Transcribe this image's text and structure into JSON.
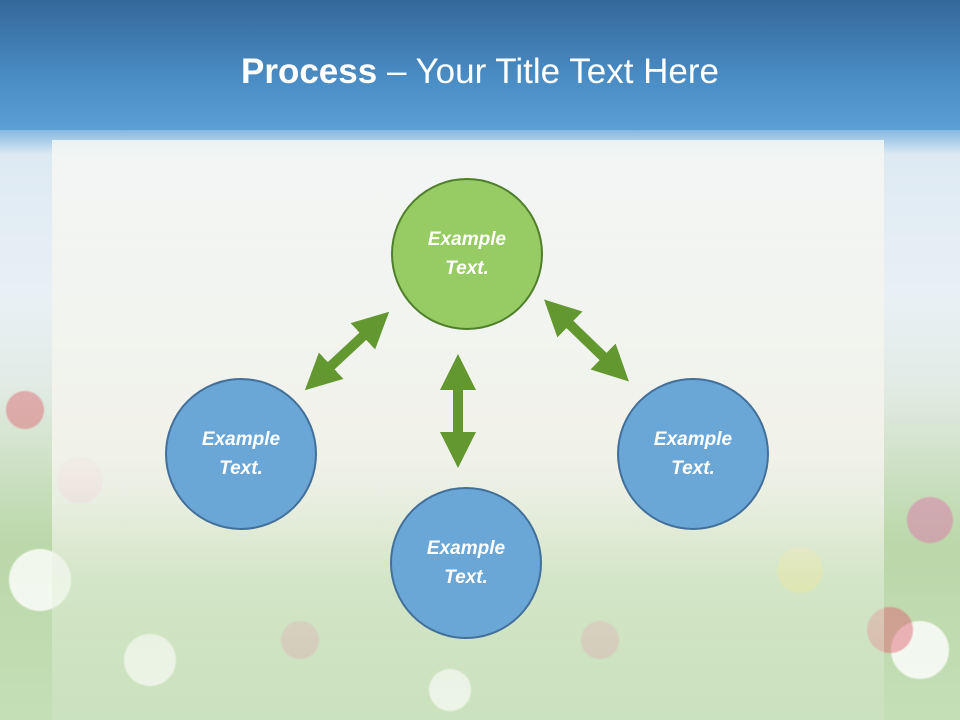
{
  "title": {
    "bold": "Process",
    "rest": " – Your Title Text Here"
  },
  "nodes": [
    {
      "id": "top",
      "line1": "Example",
      "line2": "Text."
    },
    {
      "id": "left",
      "line1": "Example",
      "line2": "Text."
    },
    {
      "id": "right",
      "line1": "Example",
      "line2": "Text."
    },
    {
      "id": "bottom",
      "line1": "Example",
      "line2": "Text."
    }
  ],
  "colors": {
    "header": "#4a8cc4",
    "center_node": "#97cb64",
    "outer_node": "#6aa6d6",
    "arrow": "#62982f"
  }
}
